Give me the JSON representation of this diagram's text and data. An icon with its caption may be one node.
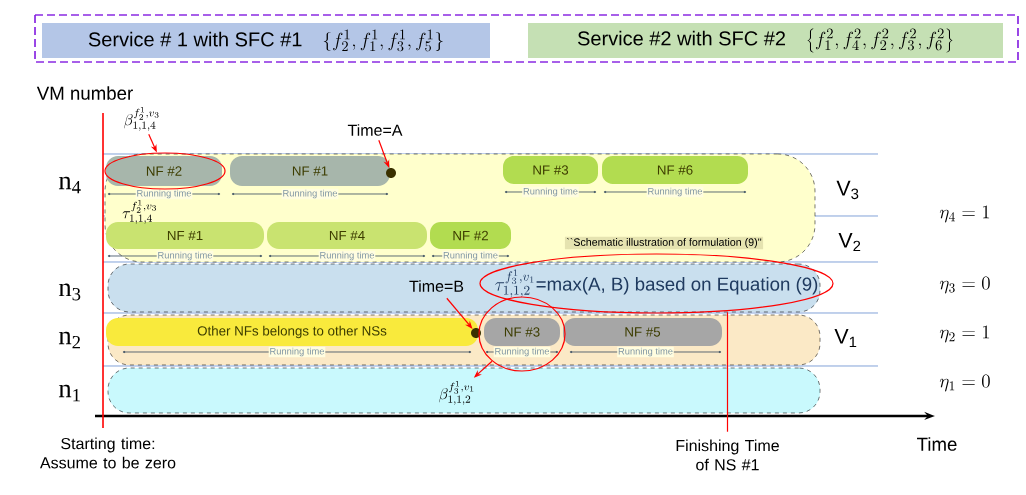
{
  "diagram": {
    "nodes": [
      {
        "text": [
          "Service # 1 with  SFC #1",
          "\\{f_2^1 ,f_1^1, f_3^1,f_5^1\\}"
        ]
      },
      {
        "text": [
          "Service #2 with SFC #2",
          "\\left\\{f_1^2, f_4^2 ,f_2^2 ,f_3^2, f_6^2\\right\\}"
        ]
      },
      {
        "text": [],
        "shape": "box"
      },
      {
        "text": [],
        "shape": "circle",
        "in": 2
      },
      {
        "text": [
          "NF #1"
        ],
        "in": 2,
        "beside": [
          "Running time"
        ]
      },
      {
        "text": [
          "NF #3"
        ],
        "in": 2,
        "beside": [
          "Running time"
        ]
      },
      {
        "text": [
          "NF #6"
        ],
        "in": 2,
        "beside": [
          "Running time"
        ]
      },
      {
        "text": [
          "NF #1"
        ],
        "in": 2,
        "beside": [
          "Running time"
        ]
      },
      {
        "text": [
          "NF #4"
        ],
        "in": 2,
        "beside": [
          "Running time"
        ]
      },
      {
        "text": [
          "NF #2"
        ],
        "in": 2,
        "beside": [
          "Running time"
        ]
      },
      {
        "text": [],
        "shape": "box"
      },
      {
        "text": [
          "Time=B"
        ],
        "in": 10
      },
      {
        "text": [
          "\\tau_{1,1,2}^{f_3^1,v_1}",
          "=max(A, B) based on Equation (9)"
        ]
      },
      {
        "text": [],
        "shape": "box"
      },
      {
        "text": [
          "Other NFs belongs to other NSs"
        ],
        "in": 13,
        "beside": [
          "Running time"
        ]
      },
      {
        "text": [],
        "shape": "circle",
        "in": 13
      },
      {
        "text": [
          "NF #3"
        ],
        "beside": [
          "Running time"
        ]
      },
      {
        "text": [
          "NF #5"
        ],
        "in": 13,
        "beside": [
          "Running time"
        ]
      },
      {
        "text": [],
        "shape": "box"
      },
      {
        "text": [],
        "shape": "circle"
      },
      {
        "text": [
          "\\beta_{1,1,2}^{f_3^1,v_1}"
        ],
        "in": 18
      },
      {
        "text": [
          "Time=A"
        ]
      },
      {
        "text": [],
        "shape": "circle",
        "in": 2
      },
      {
        "text": [
          "\\beta_{1,1,4}^{f_2^1,v_3}"
        ]
      },
      {
        "text": [
          "NF #2"
        ],
        "in": 3,
        "beside": [
          "Running time"
        ]
      },
      {
        "text": [
          "Finishing Time of NS #1"
        ]
      }
    ],
    "edges": [
      {
        "from": 21,
        "to": 22,
        "arrow": "to"
      },
      {
        "from": 11,
        "to": 15,
        "arrow": "to"
      },
      {
        "from": 23,
        "to": 3,
        "arrow": "to"
      },
      {
        "from": 19,
        "to": 20,
        "arrow": "to"
      },
      {
        "from": 25,
        "to": 12,
        "arrow": "none"
      }
    ],
    "labels": [
      "VM number",
      "\\tau_{1,1,4}^{f_2^1,v_3}",
      "n$_{4}$",
      "V$_{3}$",
      "\\eta_4 = 1",
      "V$_{2}$",
      "``Schematic illustration of formulation (9)''",
      "n$_{3}$",
      "\\eta_3 = 0",
      "n$_{2}$",
      "V$_{1}$",
      "\\eta_2 = 1",
      "n$_{1}$",
      "\\eta_1 = 0",
      "Starting time: Assume to be zero",
      "Time"
    ]
  }
}
